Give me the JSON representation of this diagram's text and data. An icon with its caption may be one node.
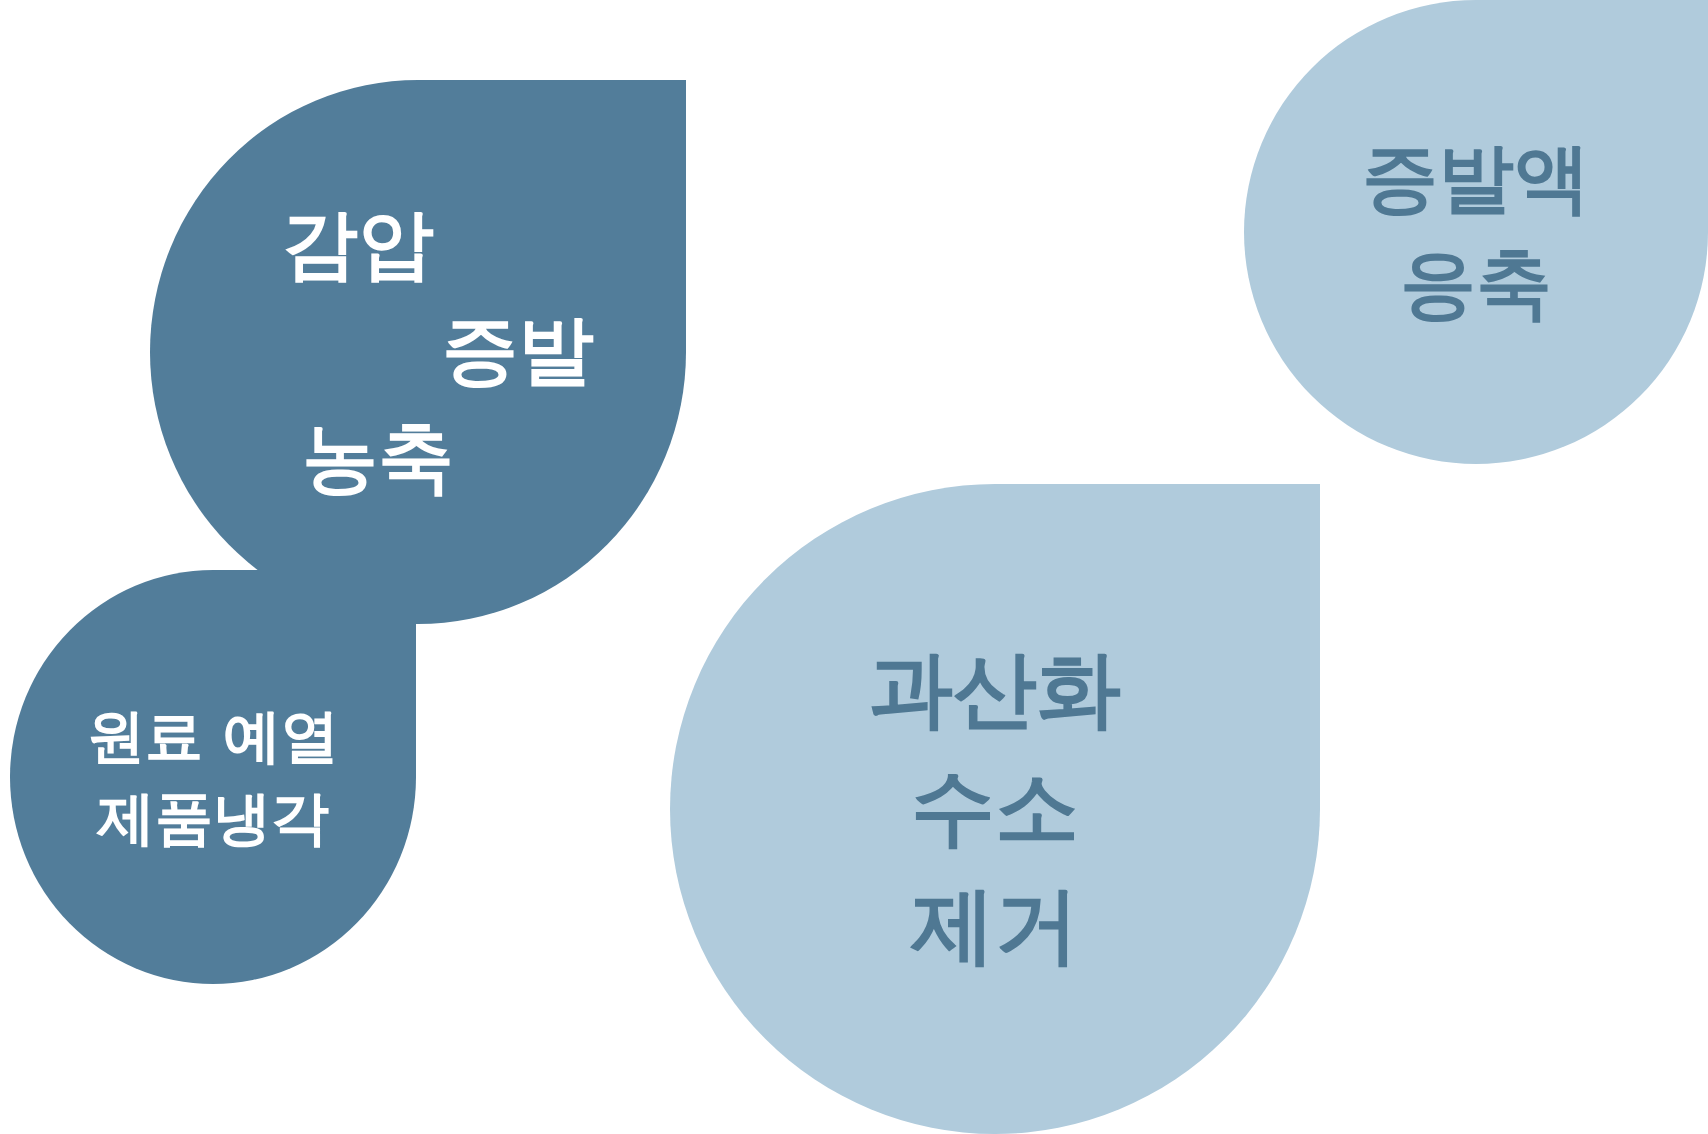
{
  "diagram": {
    "nodes": [
      {
        "text": [
          "감압 증발 농축"
        ]
      },
      {
        "text": [
          "증발액 응축"
        ]
      },
      {
        "text": [
          "원료 예열 제품냉각"
        ]
      },
      {
        "text": [
          "과산화 수소 제거"
        ]
      }
    ]
  }
}
